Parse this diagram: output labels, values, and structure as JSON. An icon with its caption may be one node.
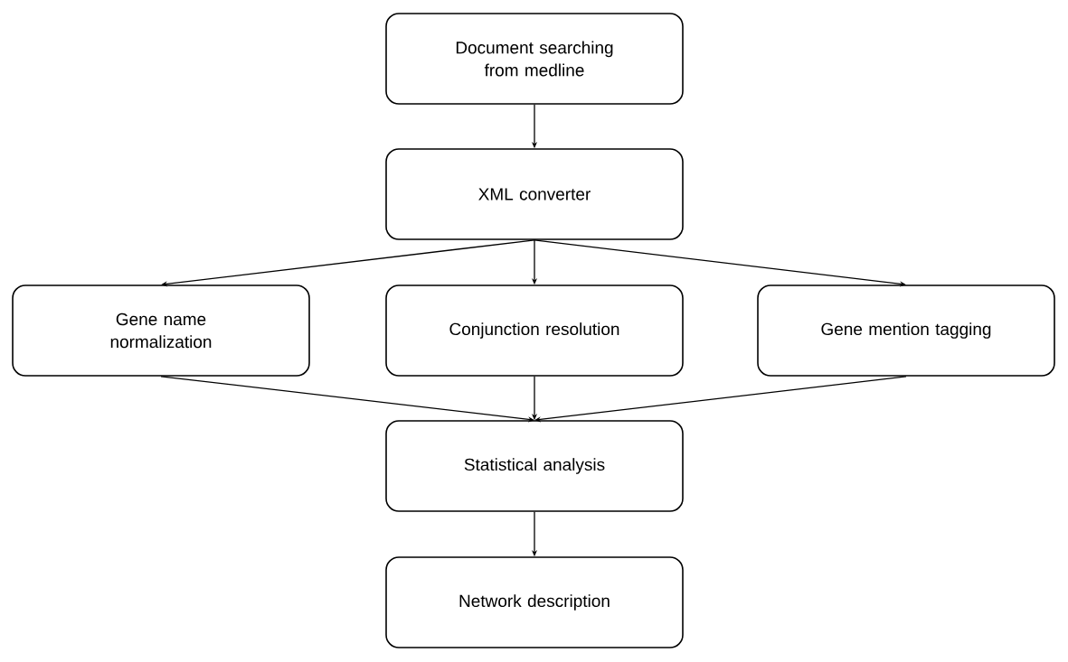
{
  "diagram": {
    "nodes": [
      {
        "text": [
          "Document searching from medline"
        ]
      },
      {
        "text": [
          "XML converter"
        ]
      },
      {
        "text": [
          "Gene name normalization"
        ]
      },
      {
        "text": [
          "Conjunction resolution"
        ]
      },
      {
        "text": [
          "Gene mention tagging"
        ]
      },
      {
        "text": [
          "Statistical analysis"
        ]
      },
      {
        "text": [
          "Network description"
        ]
      }
    ],
    "edges": [
      {
        "from": 0,
        "to": 1,
        "arrow": "to"
      },
      {
        "from": 1,
        "to": 2,
        "arrow": "to"
      },
      {
        "from": 1,
        "to": 3,
        "arrow": "to"
      },
      {
        "from": 1,
        "to": 4,
        "arrow": "to"
      },
      {
        "from": 2,
        "to": 5,
        "arrow": "to"
      },
      {
        "from": 3,
        "to": 5,
        "arrow": "to"
      },
      {
        "from": 4,
        "to": 5,
        "arrow": "to"
      },
      {
        "from": 5,
        "to": 6,
        "arrow": "to"
      }
    ]
  }
}
